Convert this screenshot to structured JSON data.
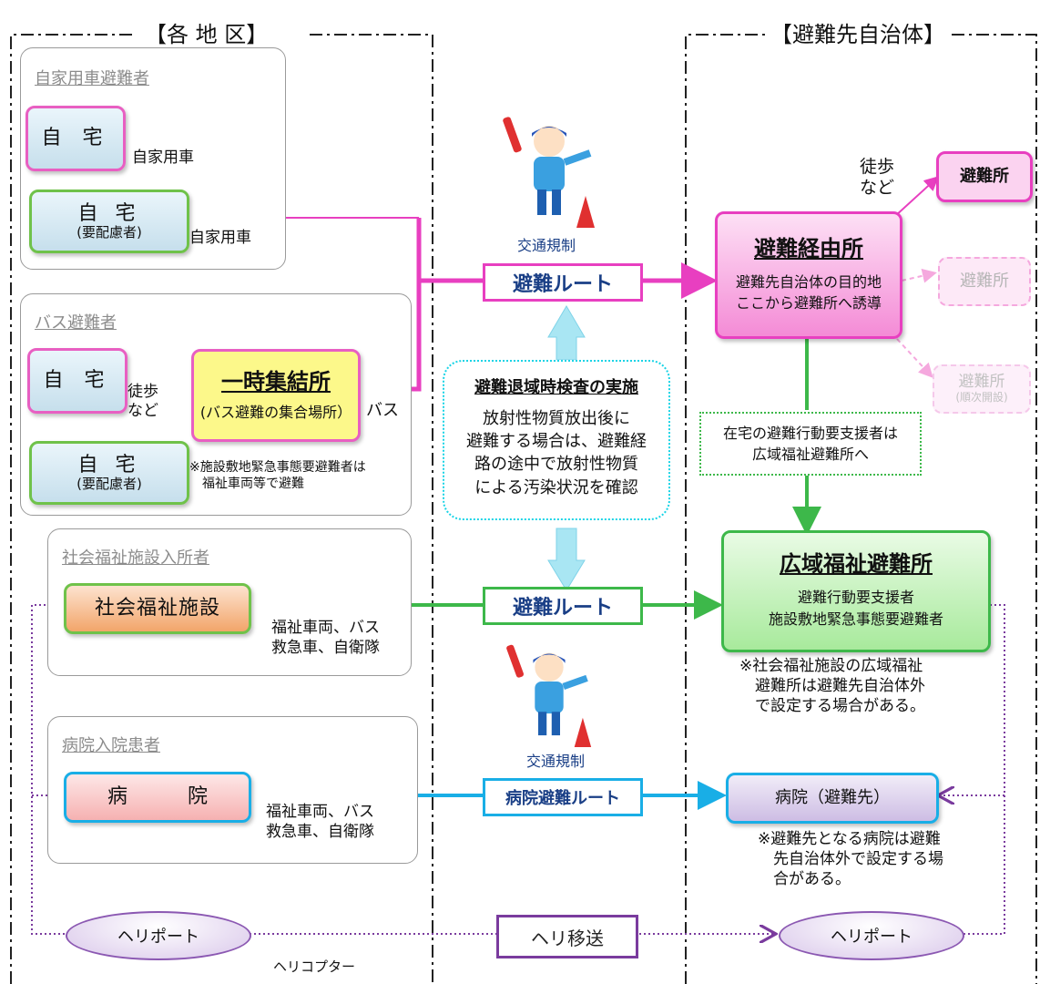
{
  "headers": {
    "left": "【各 地 区】",
    "right": "【避難先自治体】"
  },
  "groups": {
    "car": {
      "title": "自家用車避難者",
      "home1": "自 宅",
      "home2_main": "自 宅",
      "home2_sub": "(要配慮者)",
      "label1": "自家用車",
      "label2": "自家用車"
    },
    "bus": {
      "title": "バス避難者",
      "home1": "自 宅",
      "home2_main": "自 宅",
      "home2_sub": "(要配慮者)",
      "walk": "徒歩\nなど",
      "assembly_title": "一時集結所",
      "assembly_sub": "(バス避難の集合場所）",
      "bus_label": "バス",
      "note": "※施設敷地緊急事態要避難者は\n　福祉車両等で避難"
    },
    "welfare": {
      "title": "社会福祉施設入所者",
      "facility": "社会福祉施設",
      "vehicles": "福祉車両、バス\n救急車、自衛隊"
    },
    "hospital": {
      "title": "病院入院患者",
      "facility": "病　　　院",
      "vehicles": "福祉車両、バス\n救急車、自衛隊"
    }
  },
  "center": {
    "route1": "避難ルート",
    "route2": "避難ルート",
    "route3": "病院避難ルート",
    "traffic1": "交通規制",
    "traffic2": "交通規制",
    "inspection_title": "避難退域時検査の実施",
    "inspection_text": "放射性物質放出後に\n避難する場合は、避難経\n路の途中で放射性物質\nによる汚染状況を確認",
    "heli_transfer": "ヘリ移送"
  },
  "right": {
    "via_title": "避難経由所",
    "via_text": "避難先自治体の目的地\nここから避難所へ誘導",
    "walk": "徒歩\nなど",
    "shelter1": "避難所",
    "shelter2": "避難所",
    "shelter3": "避難所",
    "shelter3_sub": "(順次開設)",
    "support_note": "在宅の避難行動要支援者は\n広域福祉避難所へ",
    "wide_title": "広域福祉避難所",
    "wide_text": "避難行動要支援者\n施設敷地緊急事態要避難者",
    "wide_note": "※社会福祉施設の広域福祉\n　避難所は避難先自治体外\n　で設定する場合がある。",
    "hospital_dest": "病院（避難先）",
    "hospital_note": "※避難先となる病院は避難\n　先自治体外で設定する場\n　合がある。"
  },
  "heli": {
    "left": "ヘリポート",
    "right": "ヘリポート",
    "helicopter": "ヘリコプター"
  },
  "colors": {
    "pink": "#e83fc0",
    "green": "#3db84a",
    "blue": "#19aee6",
    "purple": "#7a3b9e",
    "yellow": "#fcf88a"
  }
}
